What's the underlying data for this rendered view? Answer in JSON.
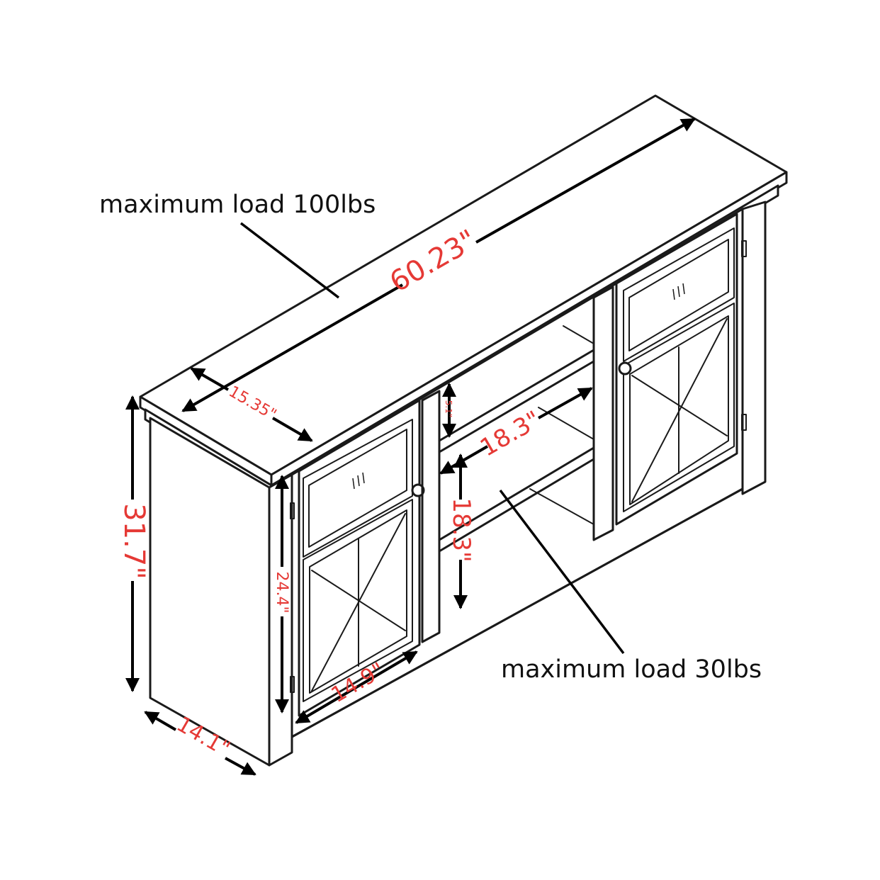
{
  "annotations": {
    "top_load": "maximum load 100lbs",
    "shelf_load": "maximum load 30lbs"
  },
  "dimensions": {
    "overall_width": "60.23\"",
    "top_depth": "15.35\"",
    "overall_height": "31.7\"",
    "side_depth": "14.1\"",
    "door_height": "24.4\"",
    "door_width": "14.9\"",
    "shelf_width": "18.3\"",
    "shelf_height": "18.3\"",
    "small_gap": "5.1\""
  },
  "colors": {
    "dimension_text": "#e53935",
    "line": "#1a1a1a"
  }
}
